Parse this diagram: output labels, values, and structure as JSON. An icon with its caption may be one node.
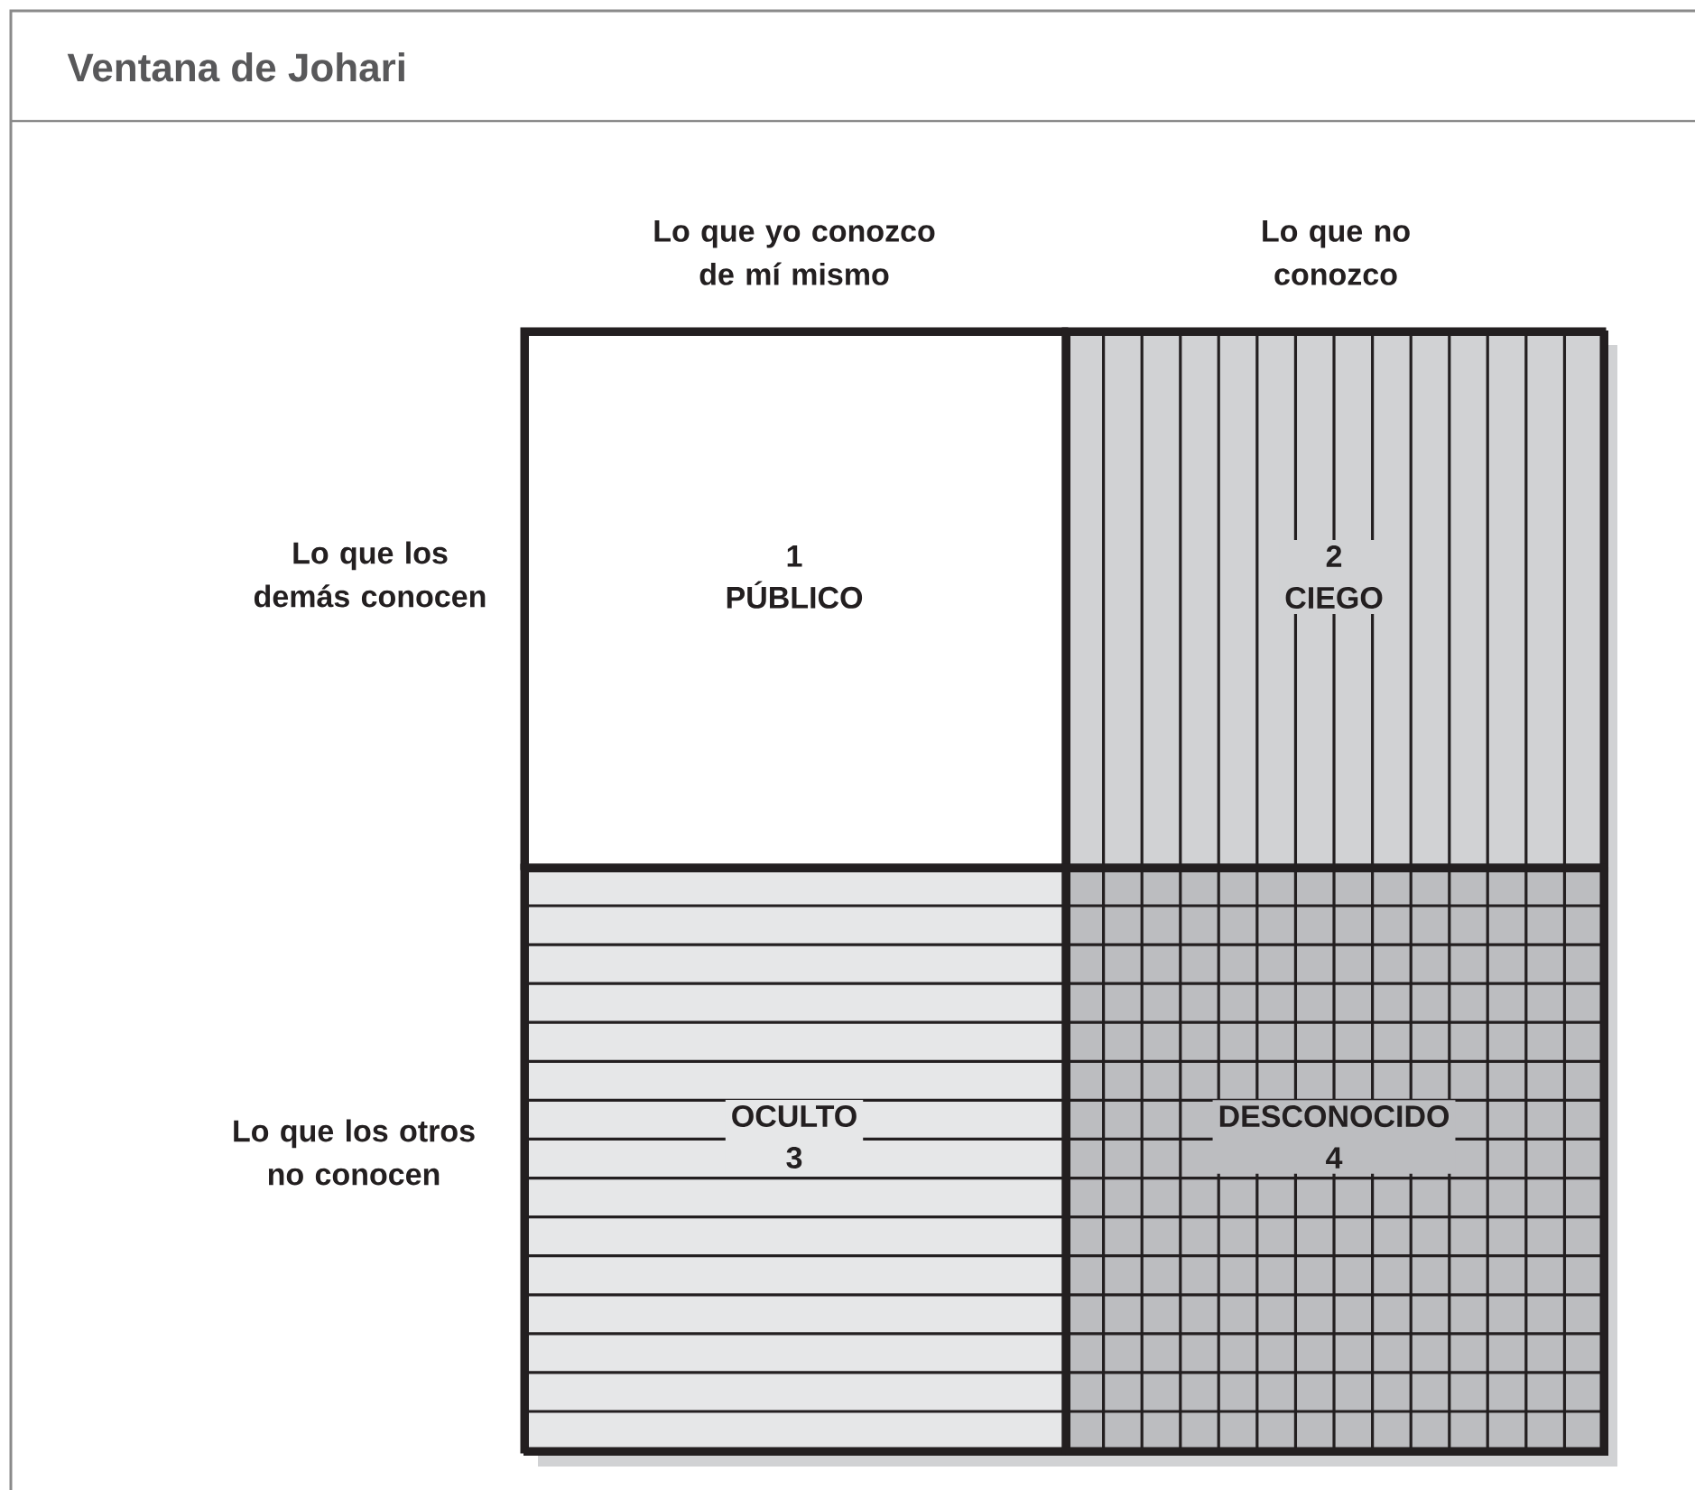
{
  "diagram": {
    "title": "Ventana de Johari",
    "nodes": [
      {
        "text": [
          "1",
          "PÚBLICO"
        ]
      },
      {
        "text": [
          "2",
          "CIEGO"
        ]
      },
      {
        "text": [
          "OCULTO",
          "3"
        ]
      },
      {
        "text": [
          "DESCONOCIDO",
          "4"
        ]
      }
    ],
    "labels": [
      "Lo que yo conozco de mí mismo",
      "Lo que no conozco",
      "Lo que los demás conocen",
      "Lo que los otros no conocen"
    ]
  }
}
